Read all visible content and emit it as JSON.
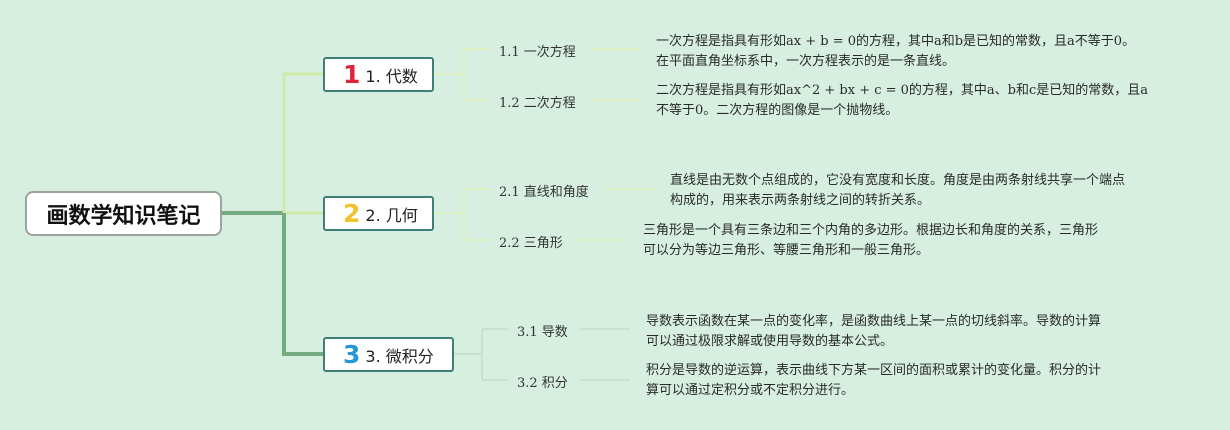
{
  "root": {
    "title": "画数学知识笔记"
  },
  "topics": [
    {
      "number": "1",
      "number_color": "#e0243b",
      "label": "1. 代数",
      "subtopics": [
        {
          "label": "1.1 一次方程",
          "desc": [
            "一次方程是指具有形如ax + b = 0的方程，其中a和b是已知的常数，且a不等于0。",
            "在平面直角坐标系中，一次方程表示的是一条直线。"
          ]
        },
        {
          "label": "1.2 二次方程",
          "desc": [
            "二次方程是指具有形如ax^2 + bx + c = 0的方程，其中a、b和c是已知的常数，且a",
            "不等于0。二次方程的图像是一个抛物线。"
          ]
        }
      ]
    },
    {
      "number": "2",
      "number_color": "#f2c12e",
      "label": "2. 几何",
      "subtopics": [
        {
          "label": "2.1 直线和角度",
          "desc": [
            "直线是由无数个点组成的，它没有宽度和长度。角度是由两条射线共享一个端点",
            "构成的，用来表示两条射线之间的转折关系。"
          ]
        },
        {
          "label": "2.2 三角形",
          "desc": [
            "三角形是一个具有三条边和三个内角的多边形。根据边长和角度的关系，三角形",
            "可以分为等边三角形、等腰三角形和一般三角形。"
          ]
        }
      ]
    },
    {
      "number": "3",
      "number_color": "#2596d8",
      "label": "3. 微积分",
      "subtopics": [
        {
          "label": "3.1 导数",
          "desc": [
            "导数表示函数在某一点的变化率，是函数曲线上某一点的切线斜率。导数的计算",
            "可以通过极限求解或使用导数的基本公式。"
          ]
        },
        {
          "label": "3.2 积分",
          "desc": [
            "积分是导数的逆运算，表示曲线下方某一区间的面积或累计的变化量。积分的计",
            "算可以通过定积分或不定积分进行。"
          ]
        }
      ]
    }
  ]
}
